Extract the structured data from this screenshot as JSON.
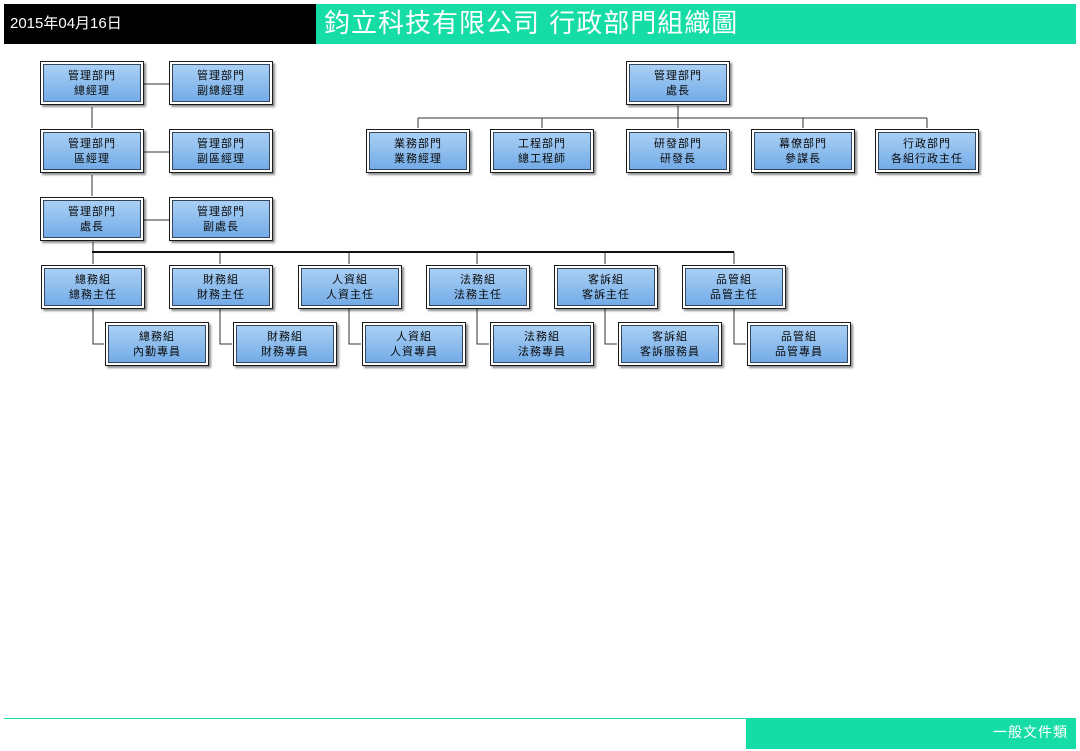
{
  "header": {
    "date": "2015年04月16日",
    "title": "鈞立科技有限公司 行政部門組織圖"
  },
  "footer": {
    "label": "一般文件類"
  },
  "colors": {
    "accent": "#16dca6",
    "node_fill": "#8bbcef"
  },
  "nodes": {
    "gm": {
      "dept": "管理部門",
      "role": "總經理"
    },
    "vgm": {
      "dept": "管理部門",
      "role": "副總經理"
    },
    "regional": {
      "dept": "管理部門",
      "role": "區經理"
    },
    "vregional": {
      "dept": "管理部門",
      "role": "副區經理"
    },
    "head": {
      "dept": "管理部門",
      "role": "處長"
    },
    "vhead": {
      "dept": "管理部門",
      "role": "副處長"
    },
    "chief": {
      "dept": "管理部門",
      "role": "處長"
    },
    "sales": {
      "dept": "業務部門",
      "role": "業務經理"
    },
    "eng": {
      "dept": "工程部門",
      "role": "總工程師"
    },
    "rnd": {
      "dept": "研發部門",
      "role": "研發長"
    },
    "staff": {
      "dept": "幕僚部門",
      "role": "參謀長"
    },
    "admin": {
      "dept": "行政部門",
      "role": "各組行政主任"
    },
    "ga_lead": {
      "dept": "總務組",
      "role": "總務主任"
    },
    "fin_lead": {
      "dept": "財務組",
      "role": "財務主任"
    },
    "hr_lead": {
      "dept": "人資組",
      "role": "人資主任"
    },
    "legal_lead": {
      "dept": "法務組",
      "role": "法務主任"
    },
    "cs_lead": {
      "dept": "客訴組",
      "role": "客訴主任"
    },
    "qa_lead": {
      "dept": "品管組",
      "role": "品管主任"
    },
    "ga_staff": {
      "dept": "總務組",
      "role": "內勤專員"
    },
    "fin_staff": {
      "dept": "財務組",
      "role": "財務專員"
    },
    "hr_staff": {
      "dept": "人資組",
      "role": "人資專員"
    },
    "legal_staff": {
      "dept": "法務組",
      "role": "法務專員"
    },
    "cs_staff": {
      "dept": "客訴組",
      "role": "客訴服務員"
    },
    "qa_staff": {
      "dept": "品管組",
      "role": "品管專員"
    }
  }
}
